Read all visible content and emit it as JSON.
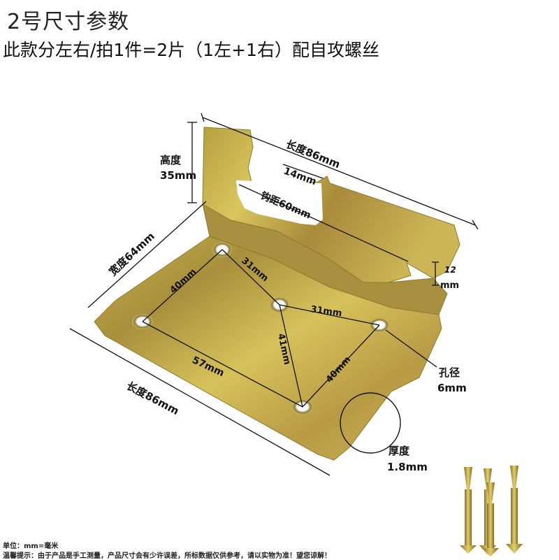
{
  "title": "2号尺寸参数",
  "subtitle": "此款分左右/拍1件=2片（1左+1右）配自攻螺丝",
  "labels": {
    "length_top": "长度86mm",
    "height_word": "高度",
    "height_value": "35mm",
    "hook_width": "14mm",
    "hook_pitch": "钩距60mm",
    "edge_word": "12",
    "edge_unit": "mm",
    "width_side": "宽度64mm",
    "hole_40a": "40mm",
    "hole_31a": "31mm",
    "hole_31b": "31mm",
    "hole_41": "41mm",
    "hole_57": "57mm",
    "hole_40b": "40mm",
    "length_bottom": "长度86mm",
    "hole_dia_word": "孔径",
    "hole_dia_value": "6mm",
    "thickness_word": "厚度",
    "thickness_value": "1.8mm"
  },
  "footer": {
    "unit_note": "单位：mm=毫米",
    "tip": "温馨提示：由于产品是手工测量，产品尺寸会有少许误差，所标数据仅供参考，请以实物为准！望您谅解！"
  },
  "colors": {
    "metal_light": "#d8c24a",
    "metal_mid": "#b8a03a",
    "metal_dark": "#8e7a2c",
    "line": "#111111"
  }
}
